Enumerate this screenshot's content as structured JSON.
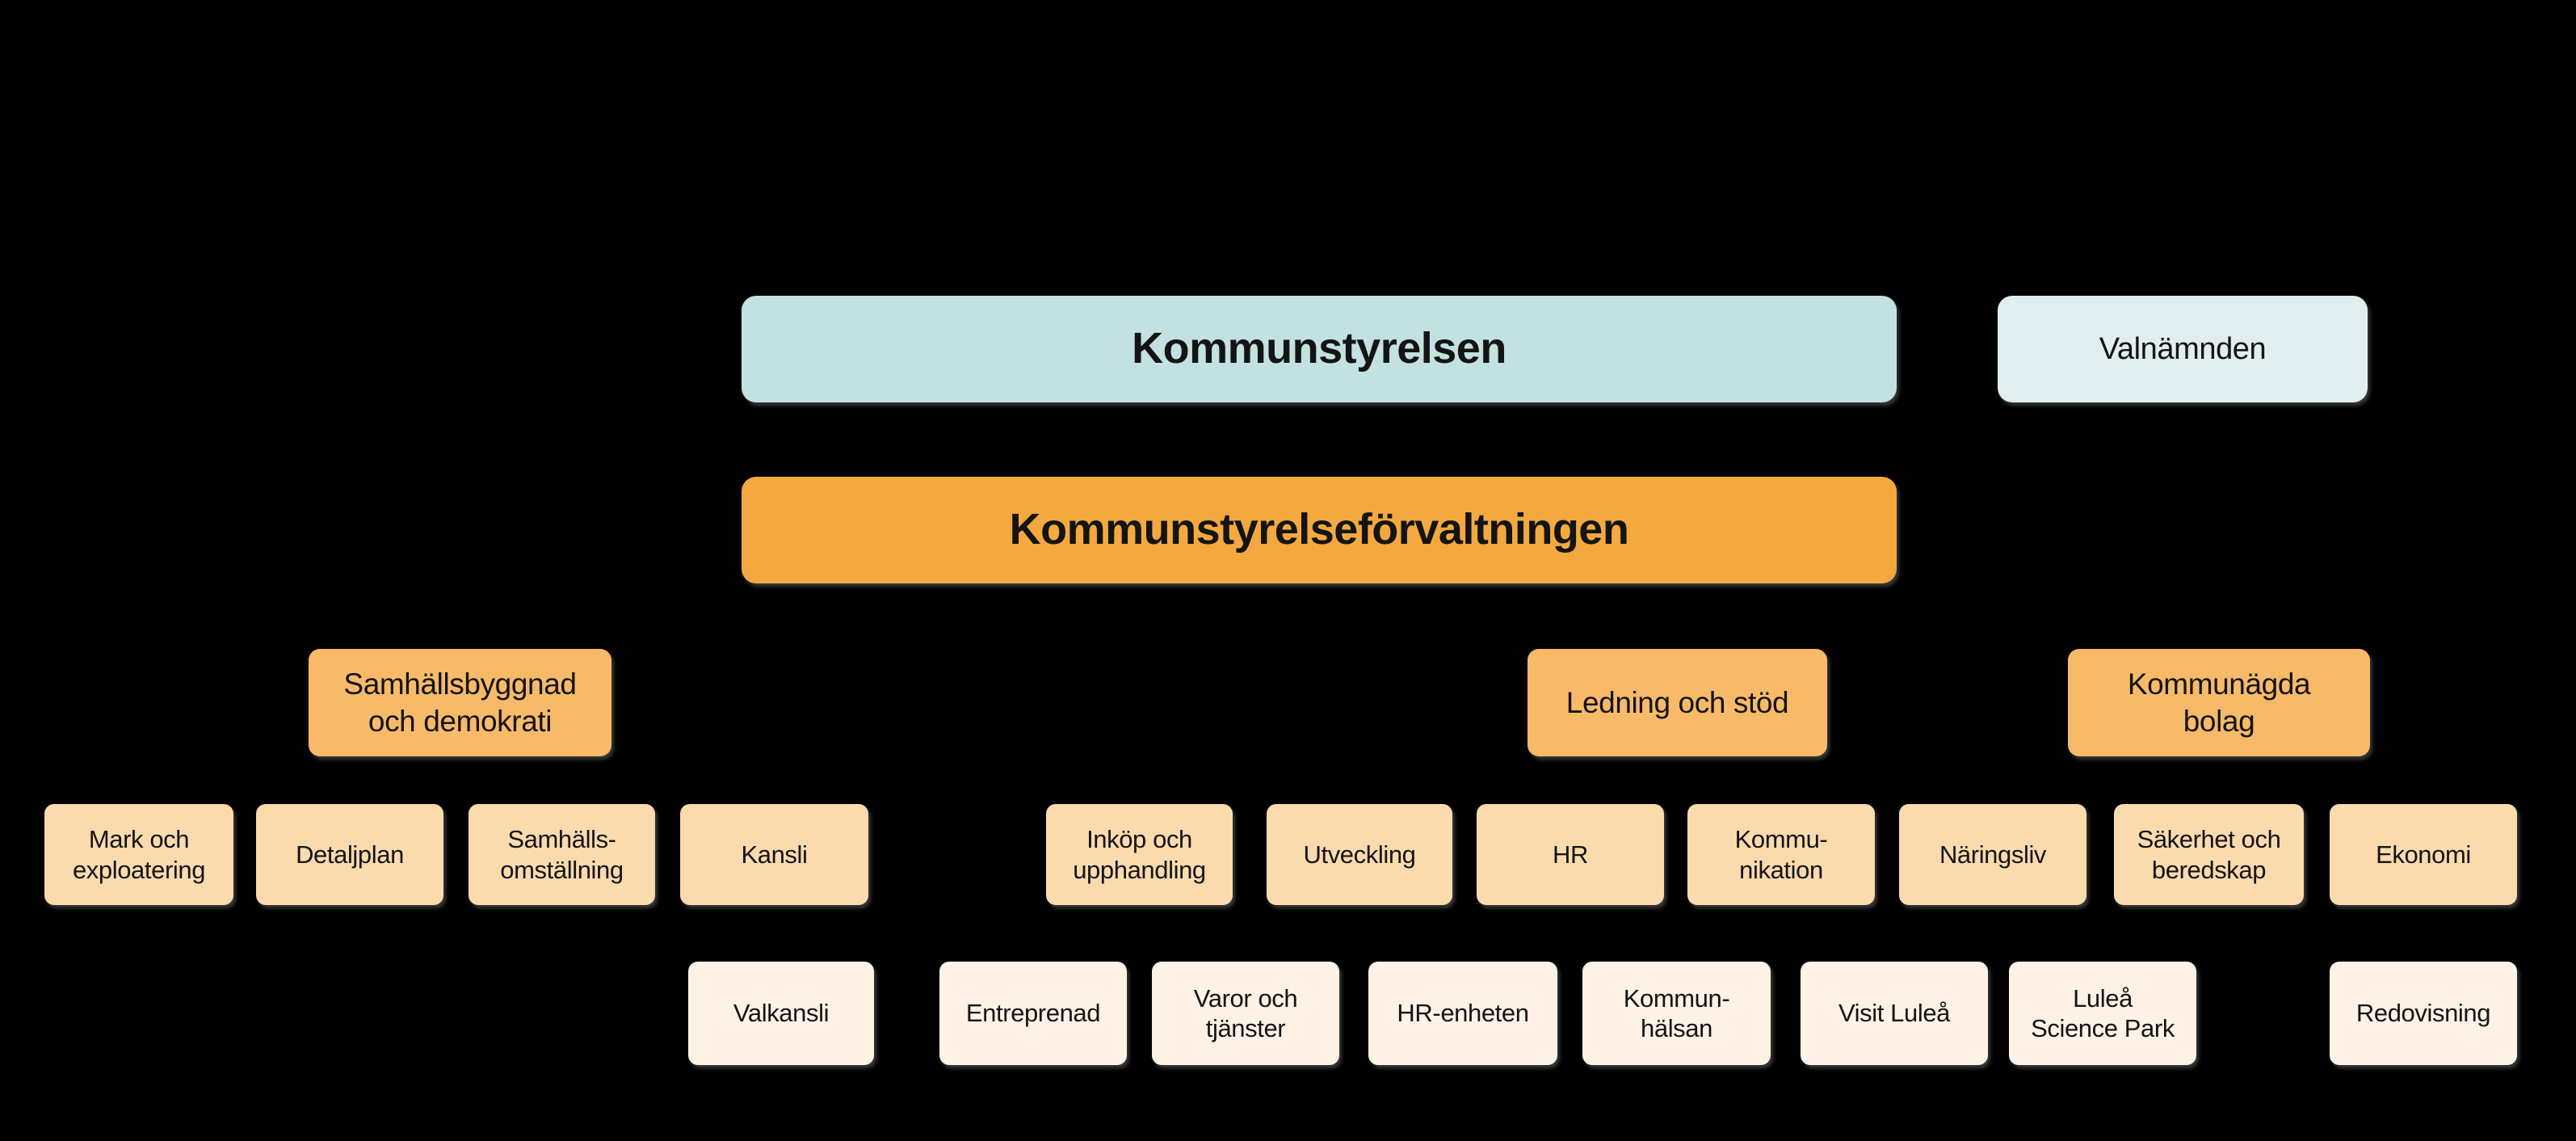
{
  "colors": {
    "background": "#000000",
    "teal": "#c3e1e2",
    "pale_blue": "#e0eeef",
    "orange": "#f3a93f",
    "light_orange": "#f8ba68",
    "peach": "#fbdaae",
    "cream": "#fdf2e5",
    "text": "#141414"
  },
  "nodes": {
    "kommunstyrelsen": "Kommunstyrelsen",
    "valnamnden": "Valnämnden",
    "forvaltningen": "Kommunstyrelseförvaltningen",
    "samhallsbyggnad": "Samhällsbyggnad\noch demokrati",
    "ledning_och_stod": "Ledning och stöd",
    "kommunagda_bolag": "Kommunägda\nbolag",
    "mark_och_exploatering": "Mark och\nexploatering",
    "detaljplan": "Detaljplan",
    "samhallsomstallning": "Samhälls-\nomställning",
    "kansli": "Kansli",
    "inkop_och_upphandling": "Inköp och\nupphandling",
    "utveckling": "Utveckling",
    "hr": "HR",
    "kommunikation": "Kommu-\nnikation",
    "naringsliv": "Näringsliv",
    "sakerhet_och_beredskap": "Säkerhet och\nberedskap",
    "ekonomi": "Ekonomi",
    "valkansli": "Valkansli",
    "entreprenad": "Entreprenad",
    "varor_och_tjanster": "Varor och\ntjänster",
    "hr_enheten": "HR-enheten",
    "kommunhalsan": "Kommun-\nhälsan",
    "visit_lulea": "Visit Luleå",
    "lulea_science_park": "Luleå\nScience Park",
    "redovisning": "Redovisning"
  }
}
